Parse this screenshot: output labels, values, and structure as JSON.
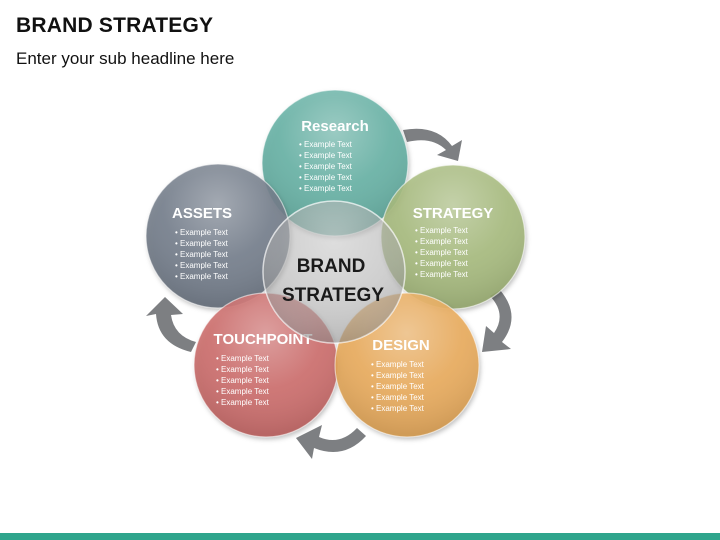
{
  "header": {
    "title": "BRAND STRATEGY",
    "subtitle": "Enter your sub headline here"
  },
  "center": {
    "line1": "BRAND",
    "line2": "STRATEGY",
    "color": "#a6a6a6"
  },
  "circles": [
    {
      "key": "research",
      "title": "Research",
      "color": "#5fada0",
      "items": [
        "Example Text",
        "Example Text",
        "Example Text",
        "Example Text",
        "Example Text"
      ]
    },
    {
      "key": "strategy",
      "title": "STRATEGY",
      "color": "#a2b776",
      "items": [
        "Example Text",
        "Example Text",
        "Example Text",
        "Example Text",
        "Example Text"
      ]
    },
    {
      "key": "design",
      "title": "DESIGN",
      "color": "#e8a653",
      "items": [
        "Example Text",
        "Example Text",
        "Example Text",
        "Example Text",
        "Example Text"
      ]
    },
    {
      "key": "touchpoint",
      "title": "TOUCHPOINT",
      "color": "#c96463",
      "items": [
        "Example Text",
        "Example Text",
        "Example Text",
        "Example Text",
        "Example Text"
      ]
    },
    {
      "key": "assets",
      "title": "ASSETS",
      "color": "#6d7684",
      "items": [
        "Example Text",
        "Example Text",
        "Example Text",
        "Example Text",
        "Example Text"
      ]
    }
  ],
  "arrow_color": "#7d7f82",
  "accent_bar_color": "#2fa58c"
}
